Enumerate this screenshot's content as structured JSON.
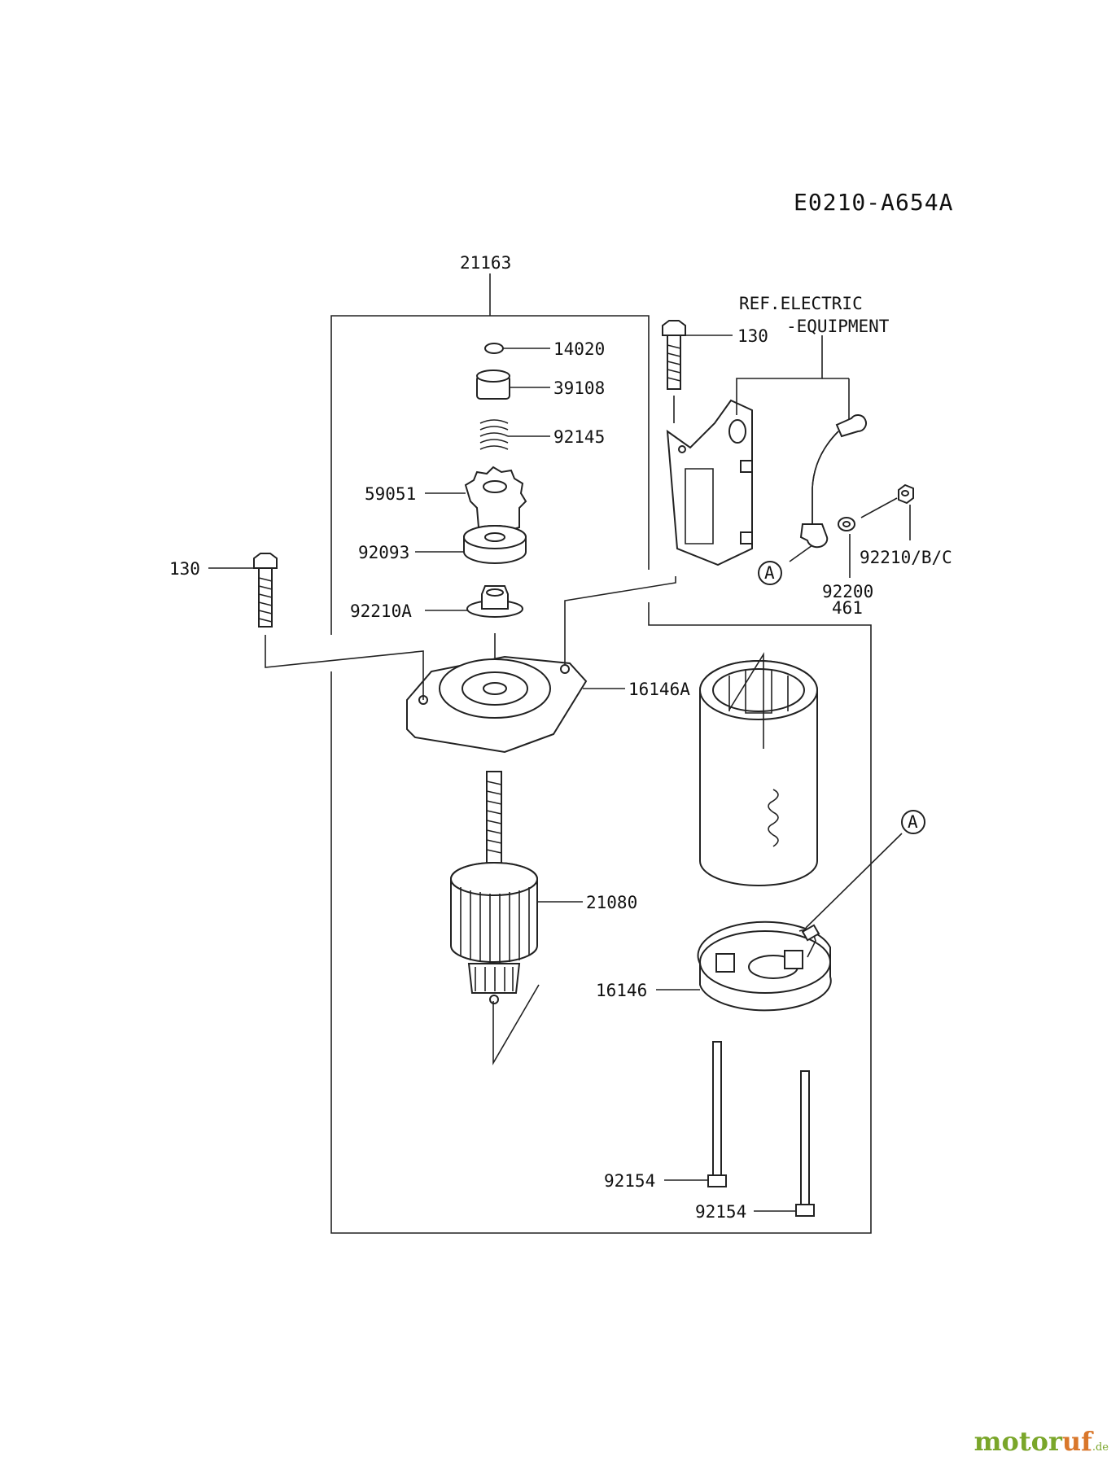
{
  "diagram_code": "E0210-A654A",
  "reference_note": [
    "REF.ELECTRIC",
    "-EQUIPMENT"
  ],
  "callout": "A",
  "parts": [
    {
      "key": "p21163",
      "number": "21163"
    },
    {
      "key": "p14020",
      "number": "14020"
    },
    {
      "key": "p39108",
      "number": "39108"
    },
    {
      "key": "p92145",
      "number": "92145"
    },
    {
      "key": "p59051",
      "number": "59051"
    },
    {
      "key": "p92093",
      "number": "92093"
    },
    {
      "key": "p92210A",
      "number": "92210A"
    },
    {
      "key": "p16146A",
      "number": "16146A"
    },
    {
      "key": "p130a",
      "number": "130"
    },
    {
      "key": "p130b",
      "number": "130"
    },
    {
      "key": "p92210BC",
      "number": "92210/B/C"
    },
    {
      "key": "p92200",
      "number": "92200"
    },
    {
      "key": "p461",
      "number": "461"
    },
    {
      "key": "p21080",
      "number": "21080"
    },
    {
      "key": "p16146",
      "number": "16146"
    },
    {
      "key": "p92154a",
      "number": "92154"
    },
    {
      "key": "p92154b",
      "number": "92154"
    }
  ],
  "watermark": {
    "text_main": "motor",
    "text_accent": "uf",
    "suffix": ".de"
  }
}
